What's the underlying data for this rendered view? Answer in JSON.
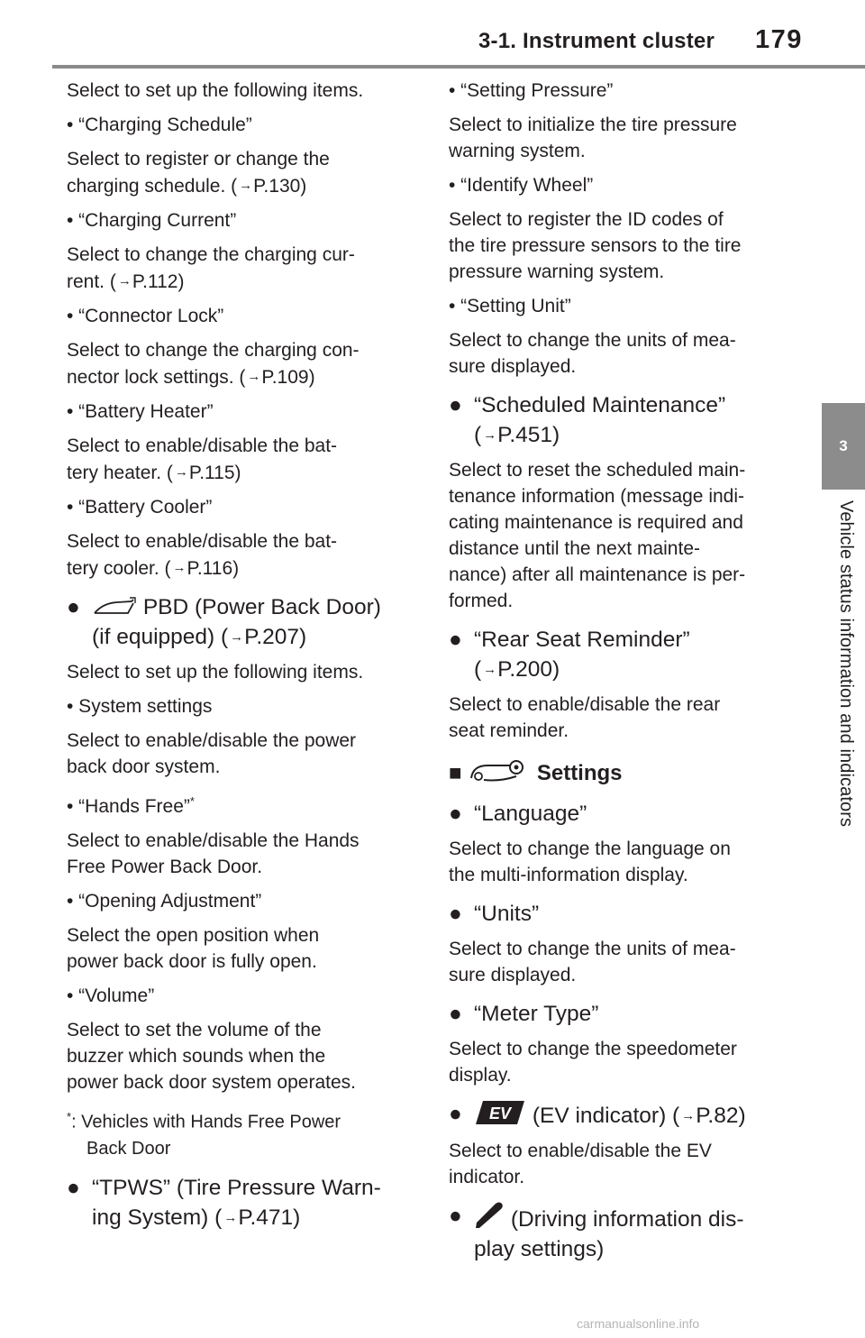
{
  "header": {
    "section": "3-1. Instrument cluster",
    "page_number": "179"
  },
  "side": {
    "chapter_number": "3",
    "chapter_title": "Vehicle status information and indicators"
  },
  "arrow": "→",
  "left": {
    "intro": "Select to set up the following items.",
    "b1": "• “Charging Schedule”",
    "t1a": "Select to register or change the",
    "t1b": "charging schedule. (",
    "t1ref": "P.130)",
    "b2": "• “Charging Current”",
    "t2a": "Select to change the charging cur-",
    "t2b": "rent. (",
    "t2ref": "P.112)",
    "b3": "• “Connector Lock”",
    "t3a": "Select to change the charging con-",
    "t3b": "nector lock settings. (",
    "t3ref": "P.109)",
    "b4": "• “Battery Heater”",
    "t4a": "Select to enable/disable the bat-",
    "t4b": "tery heater. (",
    "t4ref": "P.115)",
    "b5": "• “Battery Cooler”",
    "t5a": "Select to enable/disable the bat-",
    "t5b": "tery cooler. (",
    "t5ref": "P.116)",
    "pbd_a": "PBD (Power Back Door)",
    "pbd_b": "(if equipped) (",
    "pbd_ref": "P.207)",
    "pbd_intro": "Select to set up the following items.",
    "b6": "• System settings",
    "t6a": "Select to enable/disable the power",
    "t6b": "back door system.",
    "b7": "• “Hands Free”",
    "b7sup": "*",
    "t7a": "Select to enable/disable the Hands",
    "t7b": "Free Power Back Door.",
    "b8": "• “Opening Adjustment”",
    "t8a": "Select the open position when",
    "t8b": "power back door is fully open.",
    "b9": "• “Volume”",
    "t9a": "Select to set the volume of the",
    "t9b": "buzzer which sounds when the",
    "t9c": "power back door system operates.",
    "note_mark": "*",
    "note_a": ": Vehicles with Hands Free Power",
    "note_b": "Back Door",
    "tpws_a": "“TPWS” (Tire Pressure Warn-",
    "tpws_b": "ing System) (",
    "tpws_ref": "P.471)"
  },
  "right": {
    "b1": "• “Setting Pressure”",
    "t1a": "Select to initialize the tire pressure",
    "t1b": "warning system.",
    "b2": "• “Identify Wheel”",
    "t2a": "Select to register the ID codes of",
    "t2b": "the tire pressure sensors to the tire",
    "t2c": "pressure warning system.",
    "b3": "• “Setting Unit”",
    "t3a": "Select to change the units of mea-",
    "t3b": "sure displayed.",
    "sm_a": "“Scheduled Maintenance”",
    "sm_b": "(",
    "sm_ref": "P.451)",
    "sm_t": [
      "Select to reset the scheduled main-",
      "tenance information (message indi-",
      "cating maintenance is required and",
      "distance until the next mainte-",
      "nance) after all maintenance is per-",
      "formed."
    ],
    "rsr_a": "“Rear Seat Reminder”",
    "rsr_b": "(",
    "rsr_ref": "P.200)",
    "rsr_ta": "Select to enable/disable the rear",
    "rsr_tb": "seat reminder.",
    "settings": "Settings",
    "lang": "“Language”",
    "lang_ta": "Select to change the language on",
    "lang_tb": "the multi-information display.",
    "units": "“Units”",
    "units_ta": "Select to change the units of mea-",
    "units_tb": "sure displayed.",
    "meter": "“Meter Type”",
    "meter_ta": "Select to change the speedometer",
    "meter_tb": "display.",
    "ev_a": "(EV indicator) (",
    "ev_ref": "P.82)",
    "ev_ta": "Select to enable/disable the EV",
    "ev_tb": "indicator.",
    "drv_a": "(Driving information dis-",
    "drv_b": "play settings)"
  },
  "bullets": {
    "dot": "●",
    "square": "■"
  },
  "watermark": "carmanualsonline.info"
}
